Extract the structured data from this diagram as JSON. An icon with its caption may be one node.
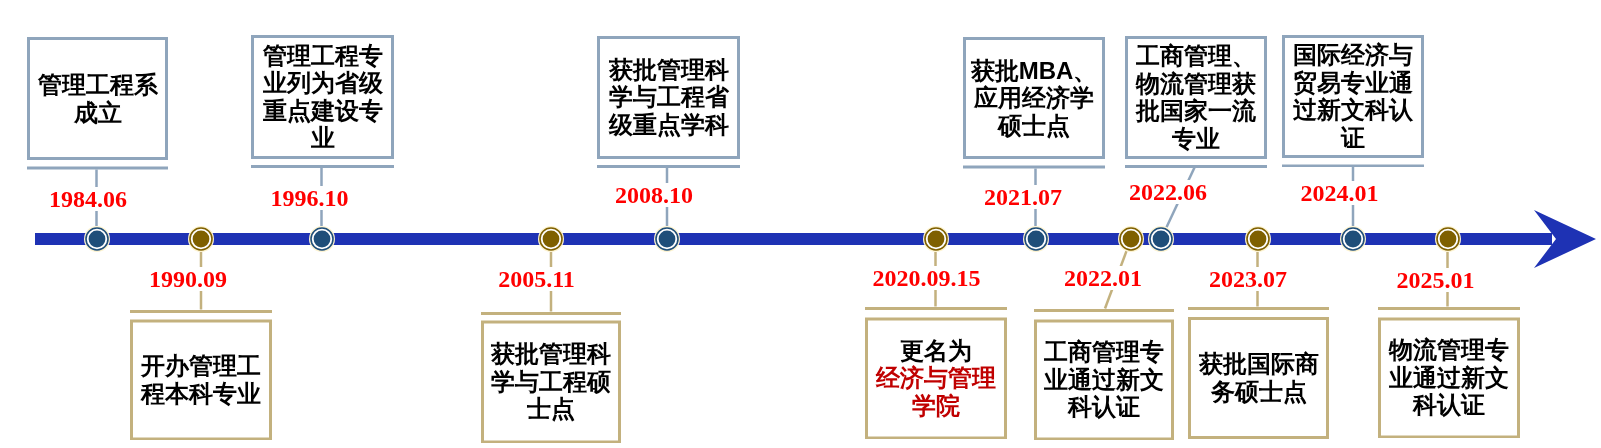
{
  "diagram": {
    "nodes": [
      {
        "text": [
          "管理工程系成立"
        ]
      },
      {
        "text": [
          "开办管理工程本科专业"
        ]
      },
      {
        "text": [
          "管理工程专业列为省级重点建设专业"
        ]
      },
      {
        "text": [
          "获批管理科学与工程硕士点"
        ]
      },
      {
        "text": [
          "获批管理科学与工程省级重点学科"
        ]
      },
      {
        "text": [
          "更名为",
          "经济与管理学院"
        ]
      },
      {
        "text": [
          "获批MBA、应用经济学硕士点"
        ]
      },
      {
        "text": [
          "工商管理专业通过新文科认证"
        ]
      },
      {
        "text": [
          "工商管理、物流管理获批国家一流专业"
        ]
      },
      {
        "text": [
          "获批国际商务硕士点"
        ]
      },
      {
        "text": [
          "国际经济与贸易专业通过新文科认证"
        ]
      },
      {
        "text": [
          "物流管理专业通过新文科认证"
        ]
      },
      {
        "text": [],
        "shape": "circle"
      },
      {
        "text": [],
        "shape": "circle"
      },
      {
        "text": [],
        "shape": "circle"
      },
      {
        "text": [],
        "shape": "circle"
      },
      {
        "text": [],
        "shape": "circle"
      },
      {
        "text": [],
        "shape": "circle"
      },
      {
        "text": [],
        "shape": "circle"
      },
      {
        "text": [],
        "shape": "circle"
      },
      {
        "text": [],
        "shape": "circle"
      },
      {
        "text": [],
        "shape": "circle"
      },
      {
        "text": [],
        "shape": "circle"
      },
      {
        "text": [],
        "shape": "circle"
      }
    ],
    "edges": [
      {
        "from": 12,
        "to": 0,
        "arrow": "none",
        "label": "1984.06"
      },
      {
        "from": 13,
        "to": 1,
        "arrow": "none",
        "label": "1990.09",
        "color": "#c3b17e"
      },
      {
        "from": 14,
        "to": 2,
        "arrow": "none",
        "label": "1996.10"
      },
      {
        "from": 15,
        "to": 3,
        "arrow": "none",
        "label": "2005.11",
        "color": "#c3b17e"
      },
      {
        "from": 16,
        "to": 4,
        "arrow": "none",
        "label": "2008.10"
      },
      {
        "from": 17,
        "to": 5,
        "arrow": "none",
        "label": "2020.09.15",
        "color": "#c3b17e"
      },
      {
        "from": 18,
        "to": 6,
        "arrow": "none",
        "label": "2021.07"
      },
      {
        "from": 19,
        "to": 7,
        "arrow": "none",
        "label": "2022.01",
        "color": "#c3b17e"
      },
      {
        "from": 20,
        "to": 8,
        "arrow": "none",
        "label": "2022.06"
      },
      {
        "from": 21,
        "to": 9,
        "arrow": "none",
        "label": "2023.07",
        "color": "#c3b17e"
      },
      {
        "from": 22,
        "to": 10,
        "arrow": "none",
        "label": "2024.01"
      },
      {
        "from": 23,
        "to": 11,
        "arrow": "none",
        "label": "2025.01",
        "color": "#c3b17e"
      }
    ]
  }
}
